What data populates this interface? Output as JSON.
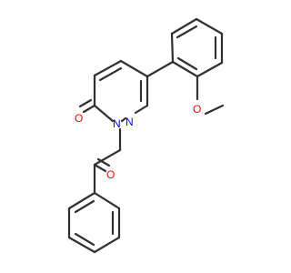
{
  "molecule": {
    "atom_labels": {
      "carbonyl_oxygen_ring": "O",
      "ring_nitrogen_1": "N",
      "ring_nitrogen_2": "N",
      "ketone_oxygen": "O",
      "ether_oxygen": "O"
    },
    "colors": {
      "bond": "#303030",
      "oxygen": "#ff0000",
      "nitrogen": "#0000ff",
      "background": "#ffffff"
    }
  }
}
